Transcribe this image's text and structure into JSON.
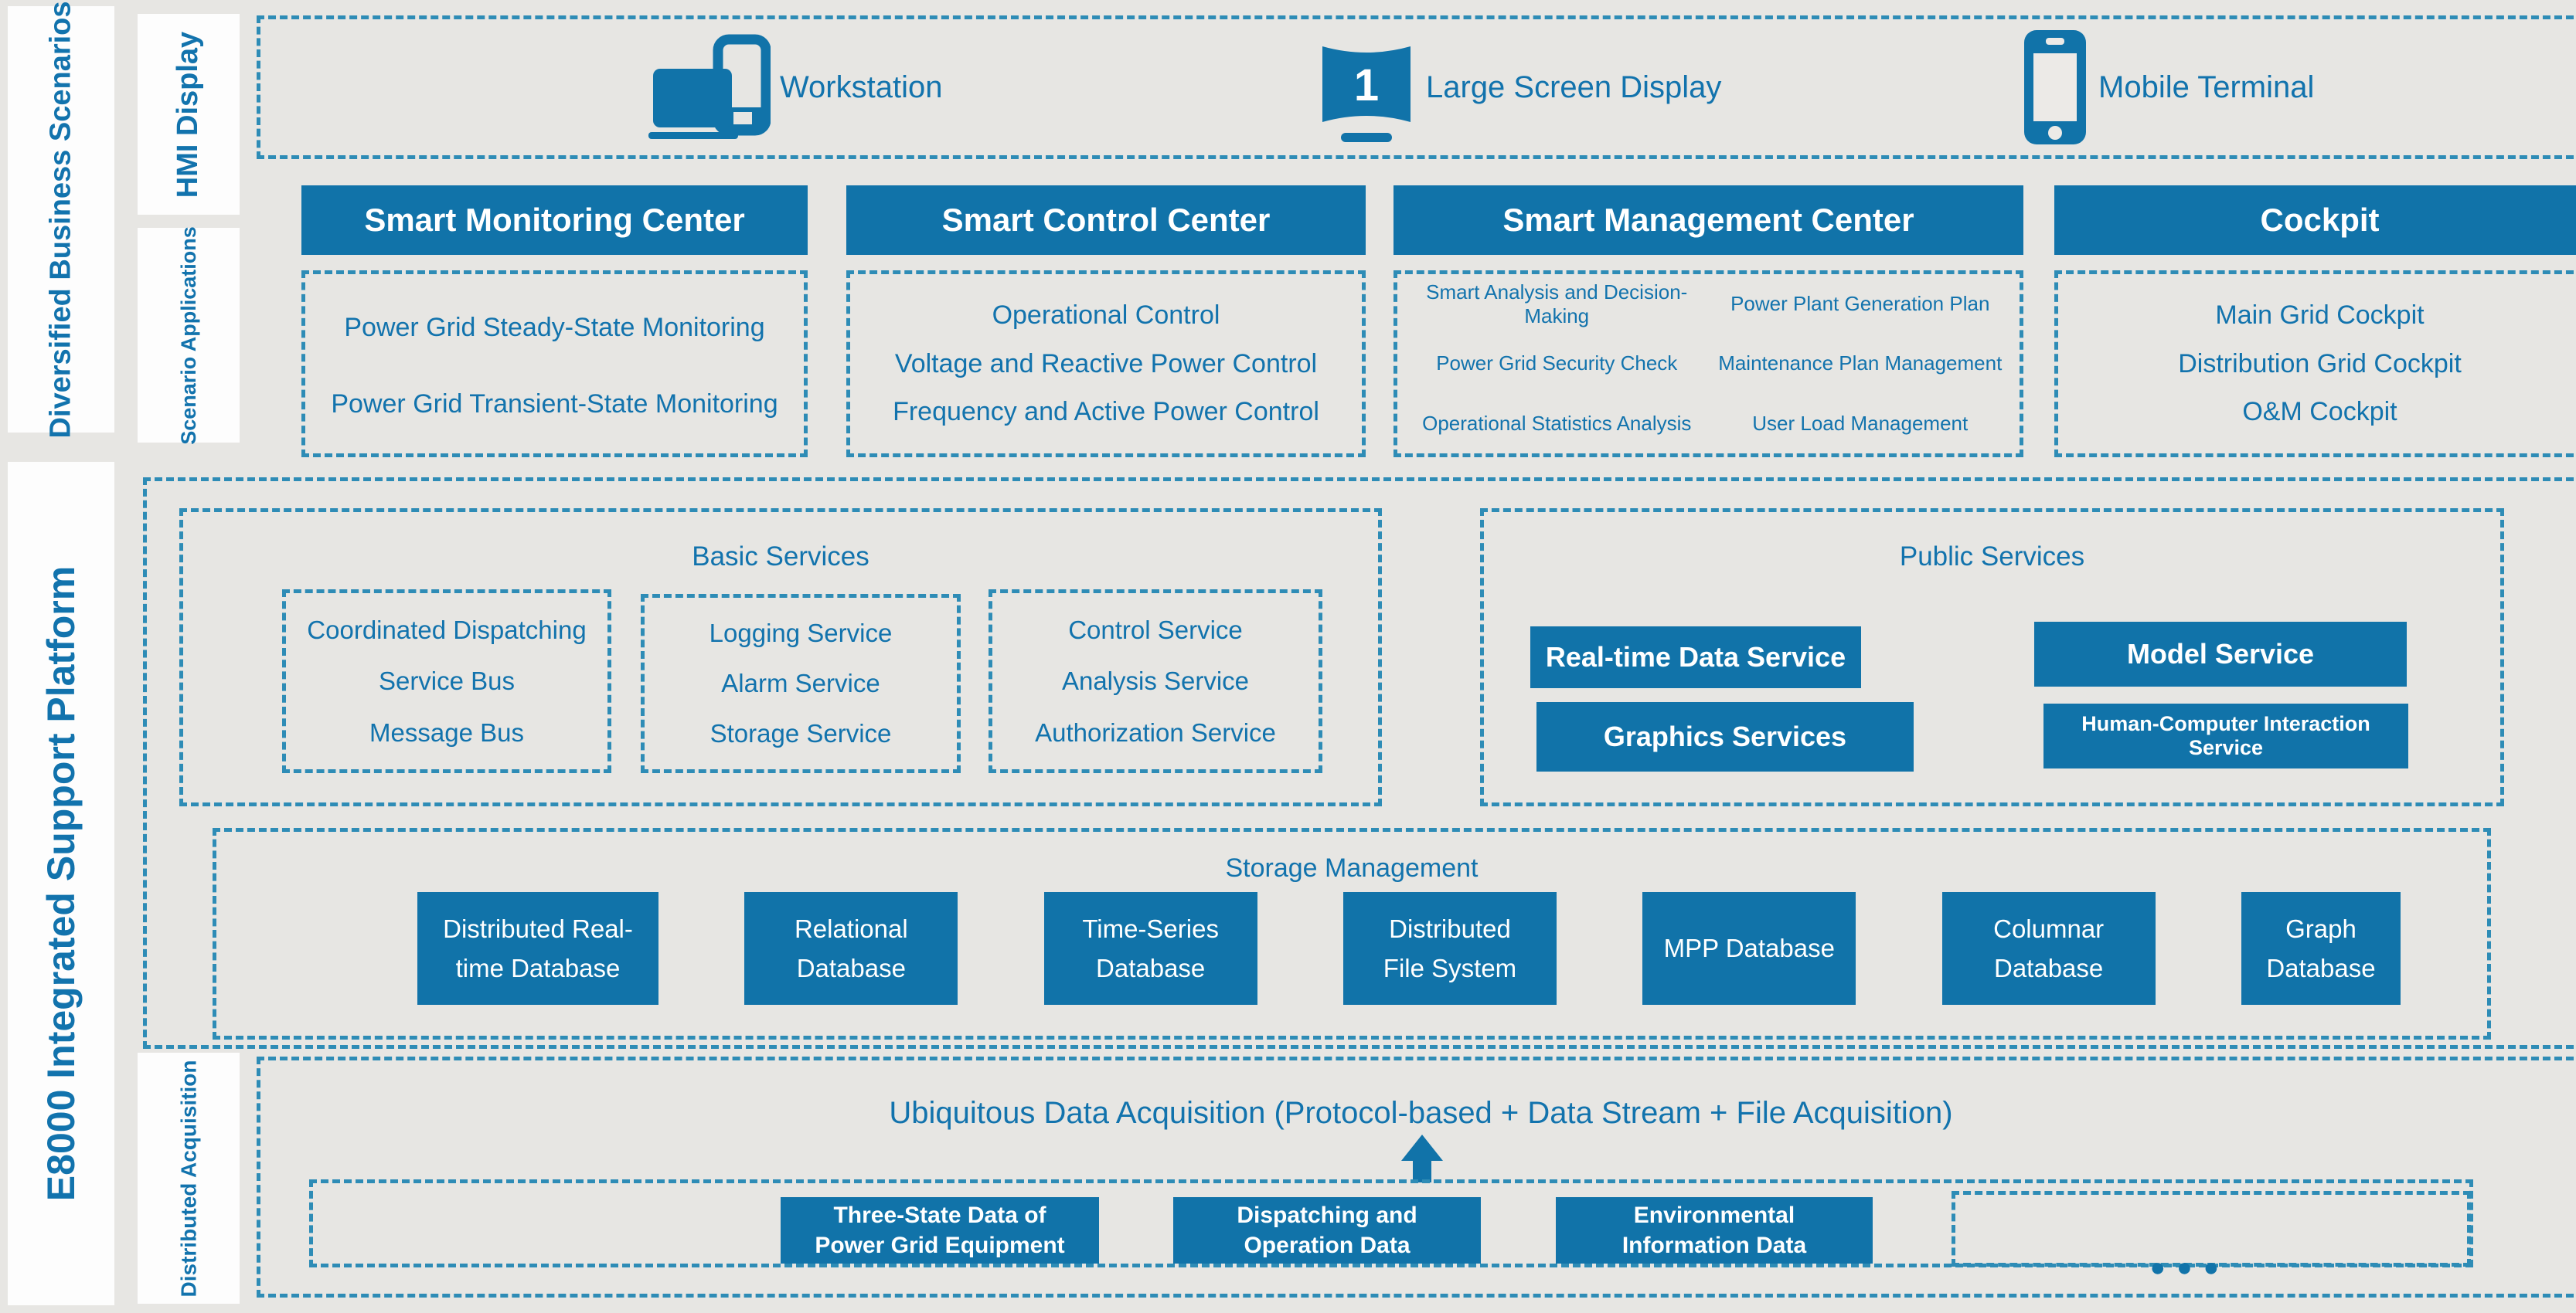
{
  "palette": {
    "accent": "#1173a9",
    "dash_border": "#2e8cb6",
    "text_blue": "#1273ad",
    "background": "#e7e6e3",
    "white": "#ffffff"
  },
  "rails": {
    "business": "Diversified Business Scenarios",
    "platform": "E8000 Integrated Support Platform",
    "hmi": "HMI Display",
    "scenario": "Scenario Applications",
    "acquisition": "Distributed Acquisition"
  },
  "hmi_row": {
    "items": [
      {
        "icon": "workstation-icon",
        "label": "Workstation"
      },
      {
        "icon": "large-screen-icon",
        "badge": "1",
        "label": "Large Screen Display"
      },
      {
        "icon": "mobile-icon",
        "label": "Mobile Terminal"
      }
    ]
  },
  "centers": [
    {
      "title": "Smart Monitoring Center",
      "items": [
        "Power Grid Steady-State Monitoring",
        "Power Grid Transient-State Monitoring"
      ]
    },
    {
      "title": "Smart Control Center",
      "items": [
        "Operational Control",
        "Voltage and Reactive Power Control",
        "Frequency and Active Power Control"
      ]
    },
    {
      "title": "Smart Management Center",
      "items_left": [
        "Smart Analysis and Decision-Making",
        "Power Grid Security Check",
        "Operational Statistics Analysis"
      ],
      "items_right": [
        "Power Plant Generation Plan",
        "Maintenance Plan Management",
        "User Load Management"
      ]
    },
    {
      "title": "Cockpit",
      "items": [
        "Main Grid Cockpit",
        "Distribution Grid Cockpit",
        "O&M Cockpit"
      ]
    }
  ],
  "basic": {
    "title": "Basic Services",
    "groups": [
      [
        "Coordinated Dispatching",
        "Service Bus",
        "Message Bus"
      ],
      [
        "Logging Service",
        "Alarm Service",
        "Storage Service"
      ],
      [
        "Control Service",
        "Analysis Service",
        "Authorization Service"
      ]
    ]
  },
  "public": {
    "title": "Public Services",
    "buttons": [
      "Real-time Data Service",
      "Model Service",
      "Graphics Services",
      "Human-Computer Interaction Service"
    ]
  },
  "storage": {
    "title": "Storage Management",
    "items": [
      "Distributed Real-\ntime Database",
      "Relational\nDatabase",
      "Time-Series\nDatabase",
      "Distributed\nFile System",
      "MPP Database",
      "Columnar\nDatabase",
      "Graph\nDatabase"
    ]
  },
  "acquisition_row": {
    "title": "Ubiquitous Data Acquisition (Protocol-based + Data Stream + File Acquisition)",
    "buttons": [
      "Three-State Data of\nPower Grid Equipment",
      "Dispatching and\nOperation Data",
      "Environmental\nInformation Data"
    ],
    "more": "●●●"
  }
}
